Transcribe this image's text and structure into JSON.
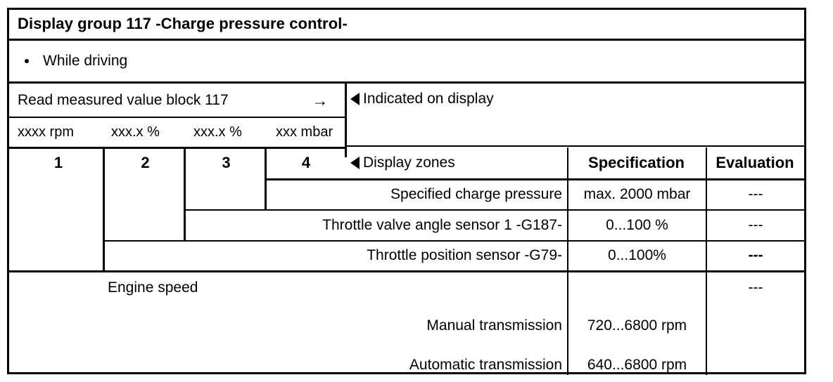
{
  "table": {
    "title": "Display group 117 -Charge pressure control-",
    "condition": {
      "bullet_icon": "bullet-dot",
      "label": "While driving"
    },
    "read_instruction": {
      "label": "Read measured value block 117",
      "arrow_icon": "right-arrow-icon",
      "arrow_glyph": "→"
    },
    "units_row": [
      "xxxx rpm",
      "xxx.x %",
      "xxx.x %",
      "xxx mbar"
    ],
    "zone_numbers": [
      "1",
      "2",
      "3",
      "4"
    ],
    "right_header": {
      "indicated_on_display": "Indicated on display",
      "display_zones": "Display zones",
      "specification": "Specification",
      "evaluation": "Evaluation",
      "marker_icon": "left-triangle-icon"
    },
    "rows": [
      {
        "zone": "4",
        "description": "Specified charge pressure",
        "specification": "max. 2000 mbar",
        "evaluation": "---"
      },
      {
        "zone": "3",
        "description": "Throttle valve angle sensor 1 -G187-",
        "specification": "0...100 %",
        "evaluation": "---"
      },
      {
        "zone": "2",
        "description": "Throttle position sensor -G79-",
        "specification": "0...100%",
        "evaluation": "---"
      }
    ],
    "engine_speed_block": {
      "label": "Engine speed",
      "evaluation": "---",
      "sub_rows": [
        {
          "label": "Manual transmission",
          "specification": "720...6800 rpm"
        },
        {
          "label": "Automatic transmission",
          "specification": "640...6800 rpm"
        }
      ]
    }
  },
  "colors": {
    "ink": "#000000",
    "paper": "#ffffff"
  }
}
